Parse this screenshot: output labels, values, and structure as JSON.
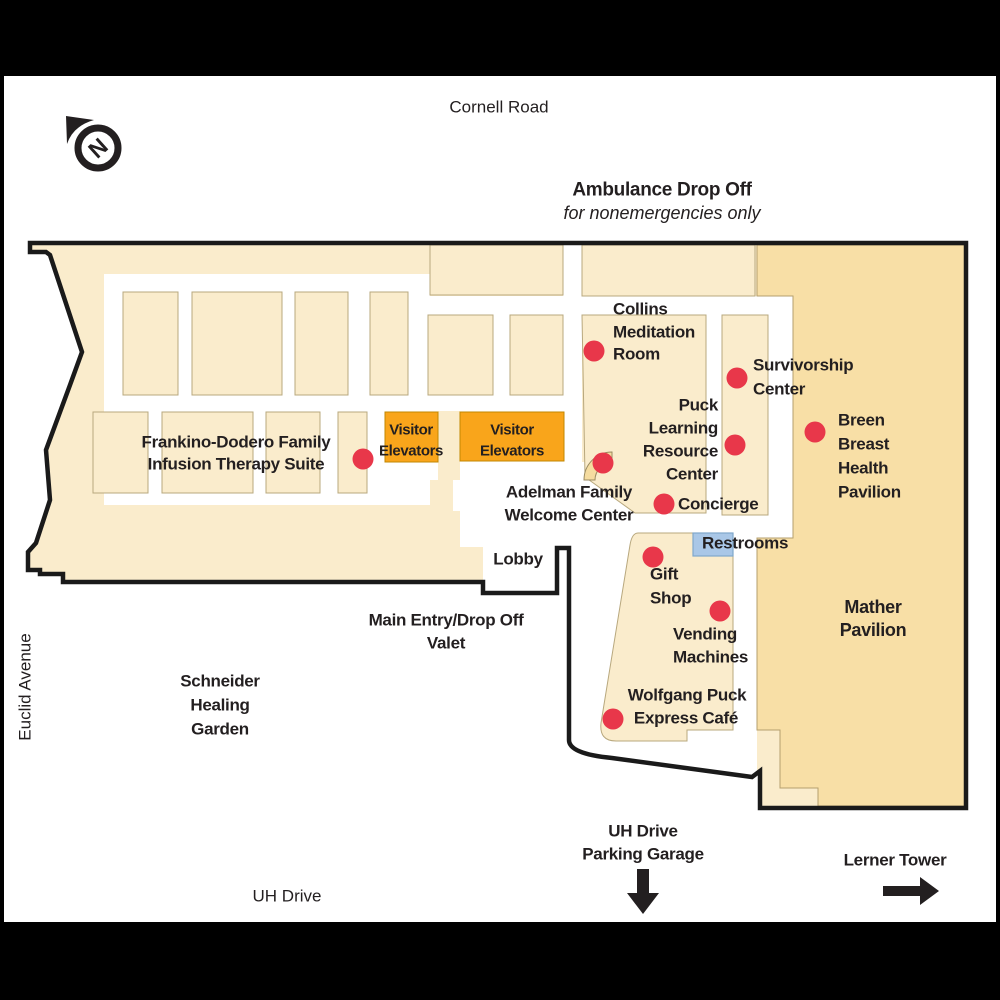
{
  "roads": {
    "top": "Cornell Road",
    "left": "Euclid Avenue",
    "bottom": "UH Drive"
  },
  "ambulance": {
    "title": "Ambulance Drop Off",
    "subtitle": "for nonemergencies only"
  },
  "compass": {
    "letter": "N"
  },
  "colors": {
    "page_background": "#000000",
    "map_background": "#FFFFFF",
    "building_fill": "#FAECCC",
    "pavilion_fill": "#F8DFA6",
    "elevator_fill": "#F9A51B",
    "marker_red": "#E8374A",
    "restrooms_fill": "#A9C7E7",
    "outline": "#1A1A1A",
    "text": "#231F20",
    "door_arc": "#F5DCA0"
  },
  "locations": {
    "frankino": [
      "Frankino-Dodero Family",
      "Infusion Therapy Suite"
    ],
    "visitor_elevators_1": [
      "Visitor",
      "Elevators"
    ],
    "visitor_elevators_2": [
      "Visitor",
      "Elevators"
    ],
    "collins": [
      "Collins",
      "Meditation",
      "Room"
    ],
    "survivorship": [
      "Survivorship",
      "Center"
    ],
    "puck_learning": [
      "Puck",
      "Learning",
      "Resource",
      "Center"
    ],
    "breen": [
      "Breen",
      "Breast",
      "Health",
      "Pavilion"
    ],
    "adelman": [
      "Adelman Family",
      "Welcome Center"
    ],
    "concierge": [
      "Concierge"
    ],
    "restrooms": [
      "Restrooms"
    ],
    "lobby": [
      "Lobby"
    ],
    "main_entry": [
      "Main Entry/Drop Off",
      "Valet"
    ],
    "schneider": [
      "Schneider",
      "Healing",
      "Garden"
    ],
    "gift_shop": [
      "Gift",
      "Shop"
    ],
    "vending": [
      "Vending",
      "Machines"
    ],
    "wolfgang": [
      "Wolfgang Puck",
      "Express Café"
    ],
    "mather": [
      "Mather",
      "Pavilion"
    ],
    "parking_garage": [
      "UH Drive",
      "Parking Garage"
    ],
    "lerner": [
      "Lerner Tower"
    ]
  }
}
